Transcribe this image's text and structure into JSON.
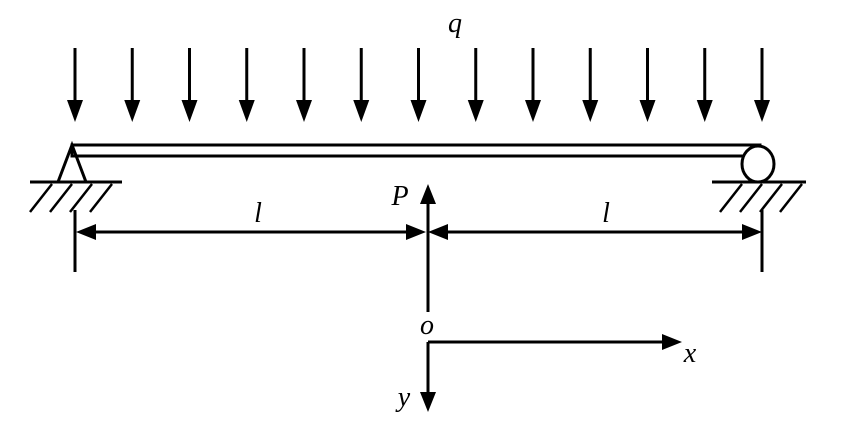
{
  "labels": {
    "load": "q",
    "force": "P",
    "span_left": "l",
    "span_right": "l",
    "origin": "o",
    "x_axis": "x",
    "y_axis": "y"
  },
  "load_arrow_count": 13
}
